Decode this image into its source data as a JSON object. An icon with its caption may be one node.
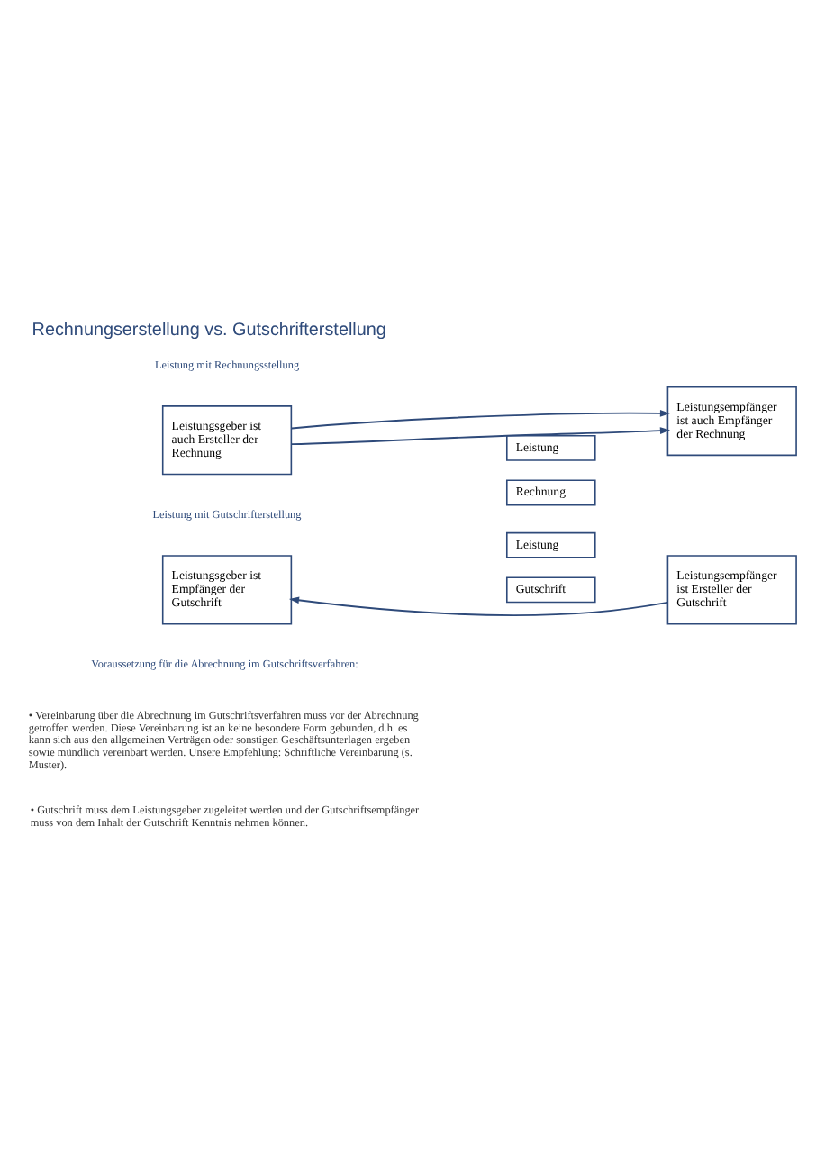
{
  "diagram": {
    "title": "Rechnungserstellung vs. Gutschrifterstellung",
    "nodes": [
      {
        "text": [
          "Leistungsgeber ist auch Ersteller der Rechnung"
        ]
      },
      {
        "text": [
          "Leistungsempfänger ist auch Empfänger der Rechnung"
        ]
      },
      {
        "text": [
          "Leistung"
        ]
      },
      {
        "text": [
          "Rechnung"
        ]
      },
      {
        "text": [
          "Leistungsgeber ist Empfänger der Gutschrift"
        ]
      },
      {
        "text": [
          "Leistungsempfänger ist Ersteller der Gutschrift"
        ]
      },
      {
        "text": [
          "Leistung"
        ]
      },
      {
        "text": [
          "Gutschrift"
        ]
      }
    ],
    "edges": [
      {
        "from": 0,
        "to": 1,
        "arrow": "to"
      },
      {
        "from": 0,
        "to": 1,
        "arrow": "to"
      },
      {
        "from": 5,
        "to": 4,
        "arrow": "to"
      }
    ],
    "labels": [
      "Leistung mit Rechnungsstellung",
      "Leistung mit Gutschrifterstellung",
      "Voraussetzung für die Abrechnung im Gutschriftsverfahren:",
      "• Vereinbarung über die Abrechnung im Gutschriftsverfahren muss vor der Abrechnung getroffen werden. Diese Vereinbarung ist an keine besondere Form gebunden, d.h. es kann sich aus den allgemeinen Verträgen oder sonstigen Geschäftsunterlagen ergeben sowie mündlich vereinbart werden. Unsere Empfehlung: Schriftliche Vereinbarung (s. Muster).",
      "• Gutschrift muss dem Leistungsgeber zugeleitet werden und der Gutschriftsempfänger muss von dem Inhalt der Gutschrift Kenntnis nehmen können."
    ]
  }
}
